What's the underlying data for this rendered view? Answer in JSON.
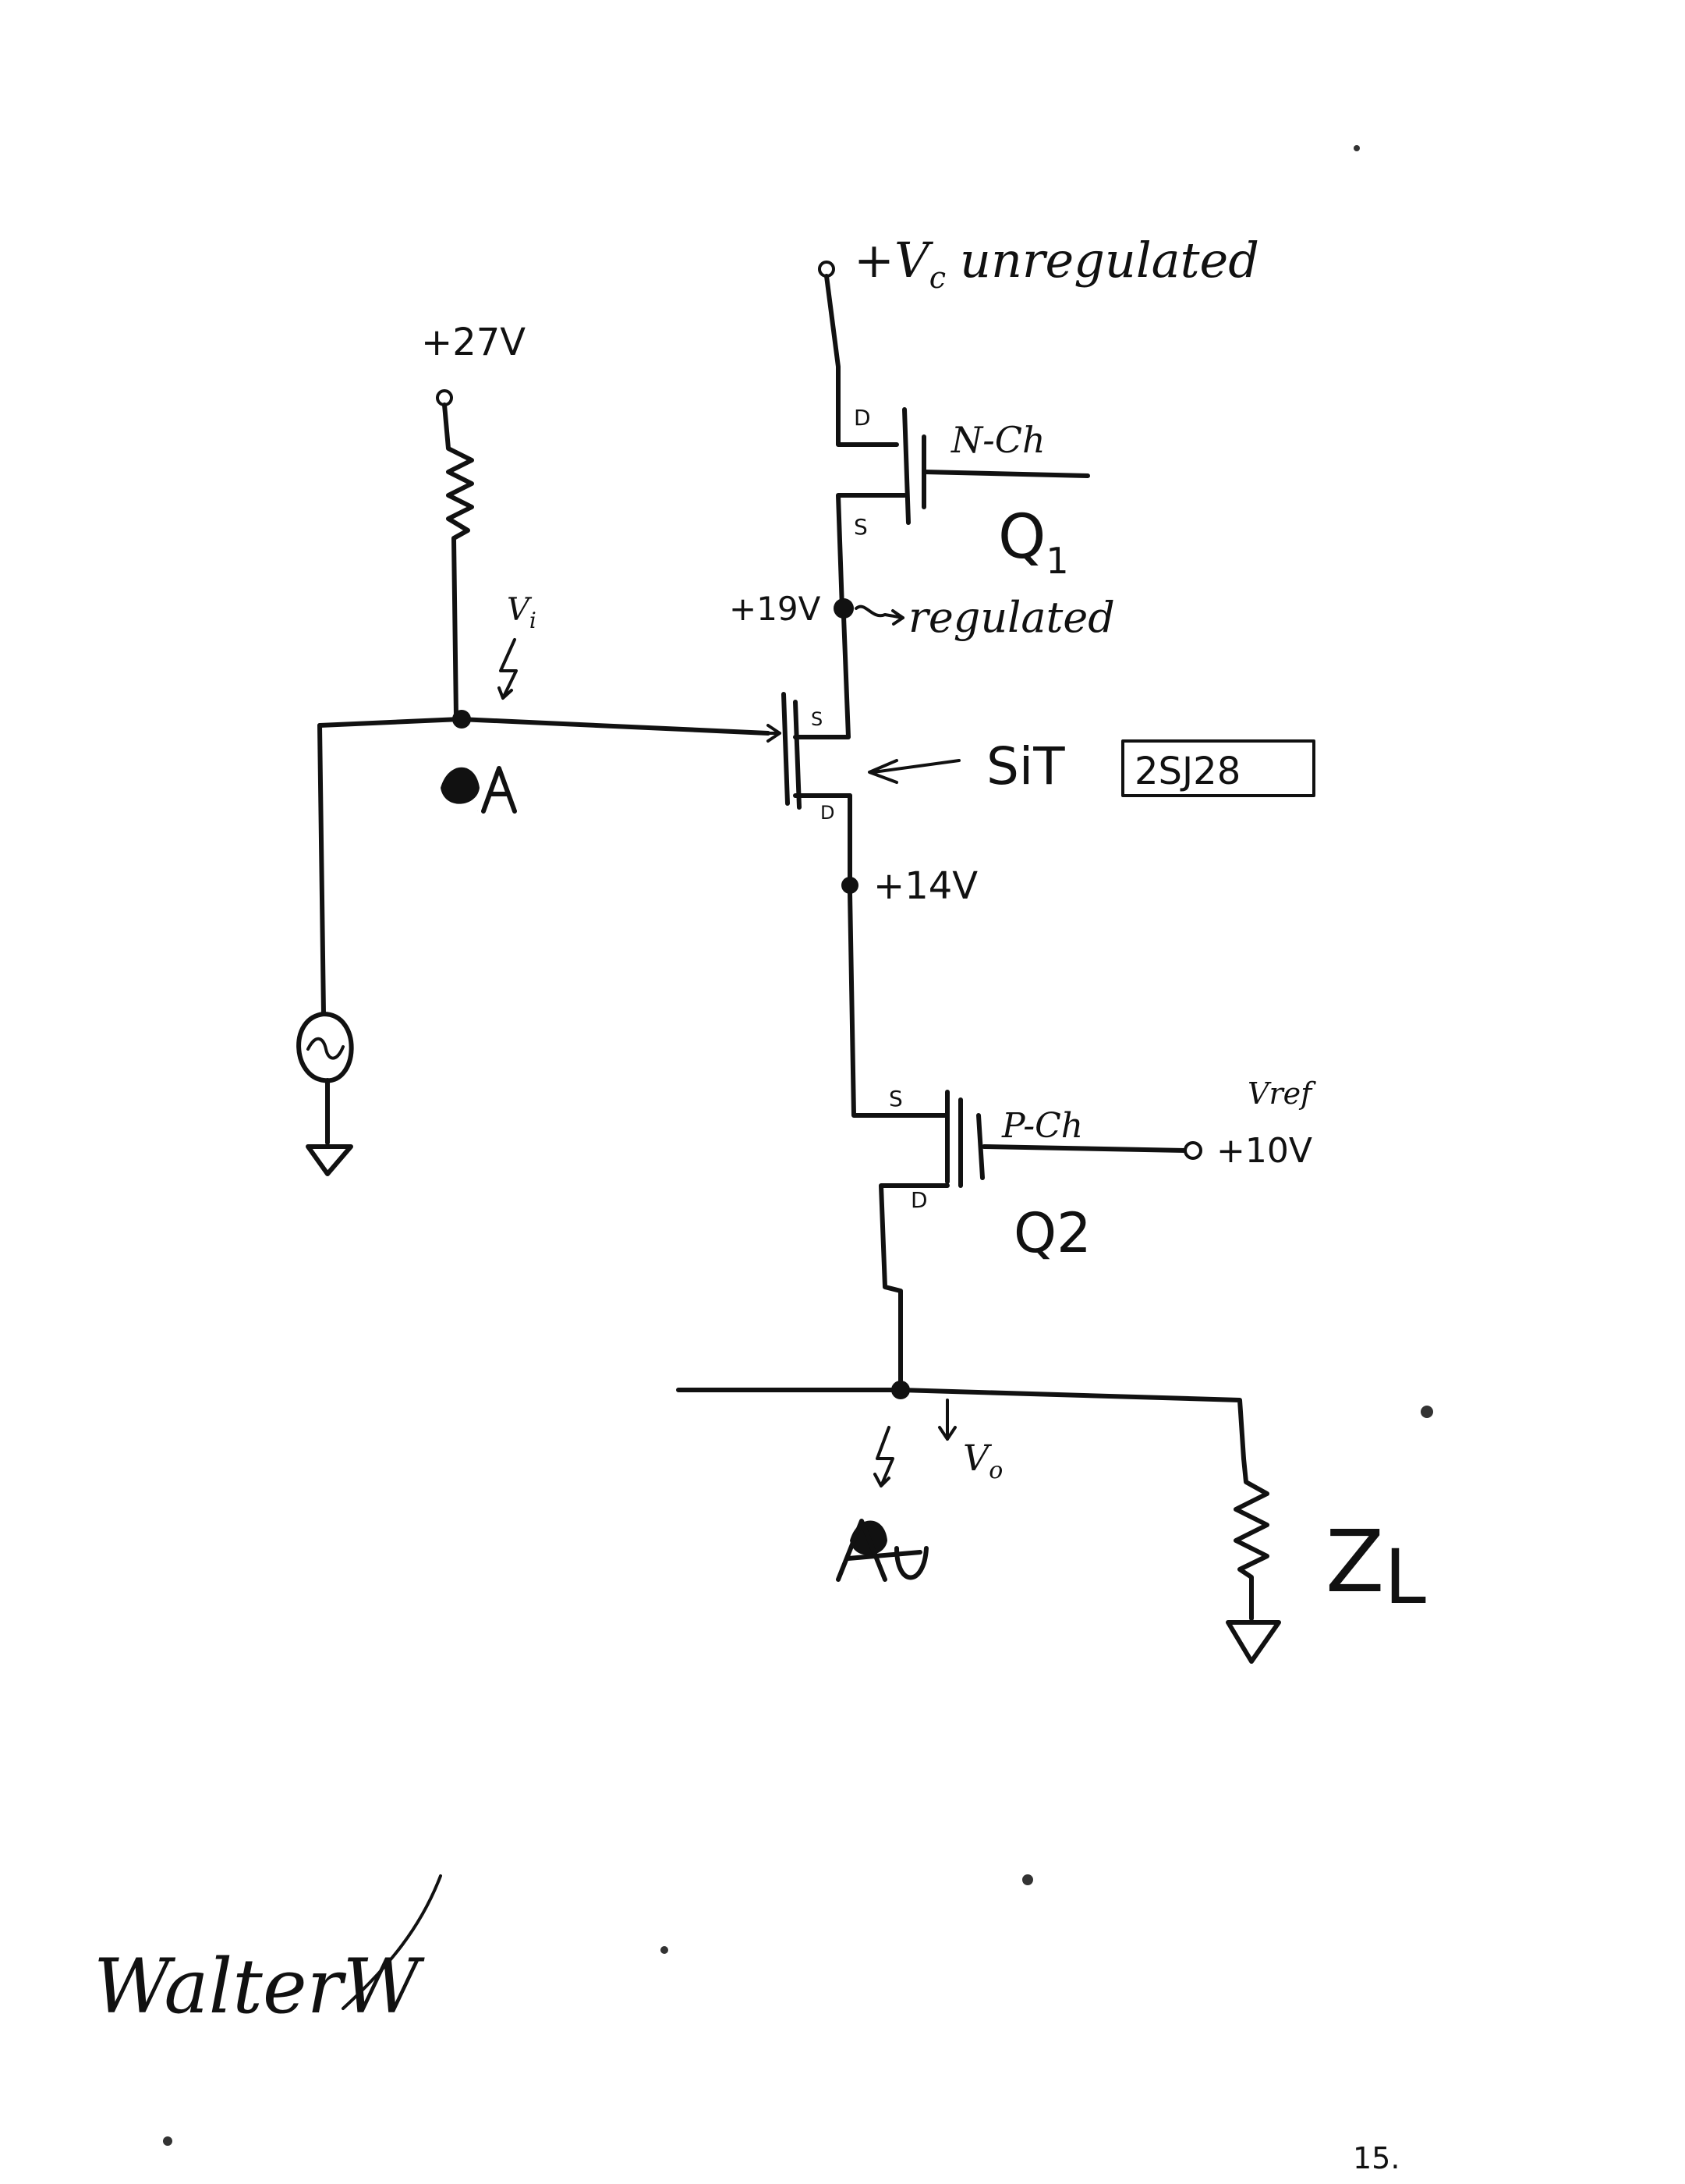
{
  "labels": {
    "supply_unregulated": "+V",
    "supply_unregulated_sub": "c",
    "supply_unregulated_text": "unregulated",
    "supply_27": "+27V",
    "q1_type": "N-Ch",
    "q1_name": "Q",
    "q1_name_sub": "1",
    "q1_drain": "D",
    "q1_source": "S",
    "node_19": "+19V",
    "node_19_note": "regulated",
    "vi_label": "V",
    "vi_sub": "i",
    "sit_source": "S",
    "sit_drain": "D",
    "sit_label": "SiT",
    "sit_part": "2SJ28",
    "node_14": "+14V",
    "input_node": "A",
    "q2_source": "S",
    "q2_drain": "D",
    "q2_type": "P-Ch",
    "q2_name": "Q2",
    "vref_label": "Vref",
    "vref_value": "+10V",
    "vo_label": "V",
    "vo_sub": "o",
    "output_node": "A",
    "load_label": "Z",
    "load_sub": "L",
    "signature": "WalterW",
    "page_mark": "15."
  }
}
